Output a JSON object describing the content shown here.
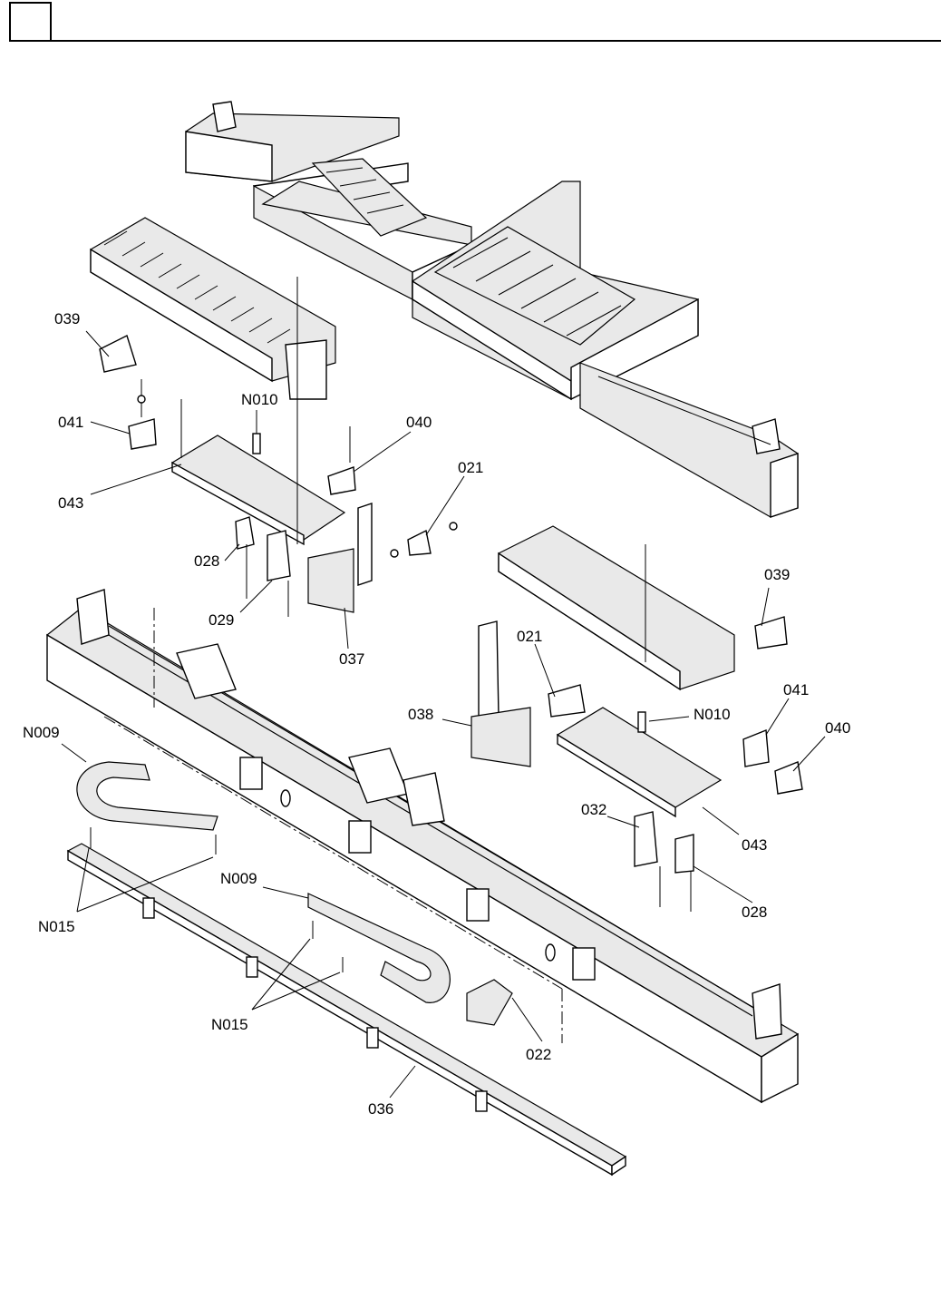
{
  "header": {
    "box_label": ""
  },
  "labels": [
    {
      "id": "039",
      "text": "039"
    },
    {
      "id": "041",
      "text": "041"
    },
    {
      "id": "N010",
      "text": "N010"
    },
    {
      "id": "040",
      "text": "040"
    },
    {
      "id": "021",
      "text": "021"
    },
    {
      "id": "043",
      "text": "043"
    },
    {
      "id": "028",
      "text": "028"
    },
    {
      "id": "029",
      "text": "029"
    },
    {
      "id": "037",
      "text": "037"
    },
    {
      "id": "039b",
      "text": "039"
    },
    {
      "id": "021b",
      "text": "021"
    },
    {
      "id": "038",
      "text": "038"
    },
    {
      "id": "N010b",
      "text": "N010"
    },
    {
      "id": "041b",
      "text": "041"
    },
    {
      "id": "040b",
      "text": "040"
    },
    {
      "id": "N009",
      "text": "N009"
    },
    {
      "id": "032",
      "text": "032"
    },
    {
      "id": "043b",
      "text": "043"
    },
    {
      "id": "N009b",
      "text": "N009"
    },
    {
      "id": "N015",
      "text": "N015"
    },
    {
      "id": "028b",
      "text": "028"
    },
    {
      "id": "N015b",
      "text": "N015"
    },
    {
      "id": "022",
      "text": "022"
    },
    {
      "id": "036",
      "text": "036"
    }
  ]
}
